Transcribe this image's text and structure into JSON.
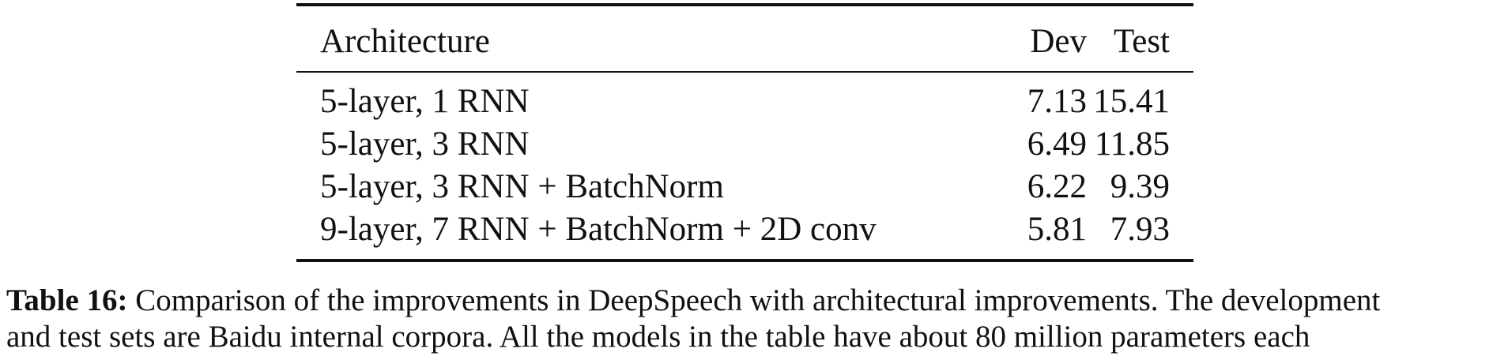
{
  "table": {
    "headers": [
      "Architecture",
      "Dev",
      "Test"
    ],
    "rows": [
      [
        "5-layer, 1 RNN",
        "7.13",
        "15.41"
      ],
      [
        "5-layer, 3 RNN",
        "6.49",
        "11.85"
      ],
      [
        "5-layer, 3 RNN + BatchNorm",
        "6.22",
        "9.39"
      ],
      [
        "9-layer, 7 RNN + BatchNorm + 2D conv",
        "5.81",
        "7.93"
      ]
    ]
  },
  "caption": {
    "label": "Table 16:",
    "line1": "Comparison of the improvements in DeepSpeech with architectural improvements. The development",
    "line2": "and test sets are Baidu internal corpora. All the models in the table have about 80 million parameters each"
  }
}
